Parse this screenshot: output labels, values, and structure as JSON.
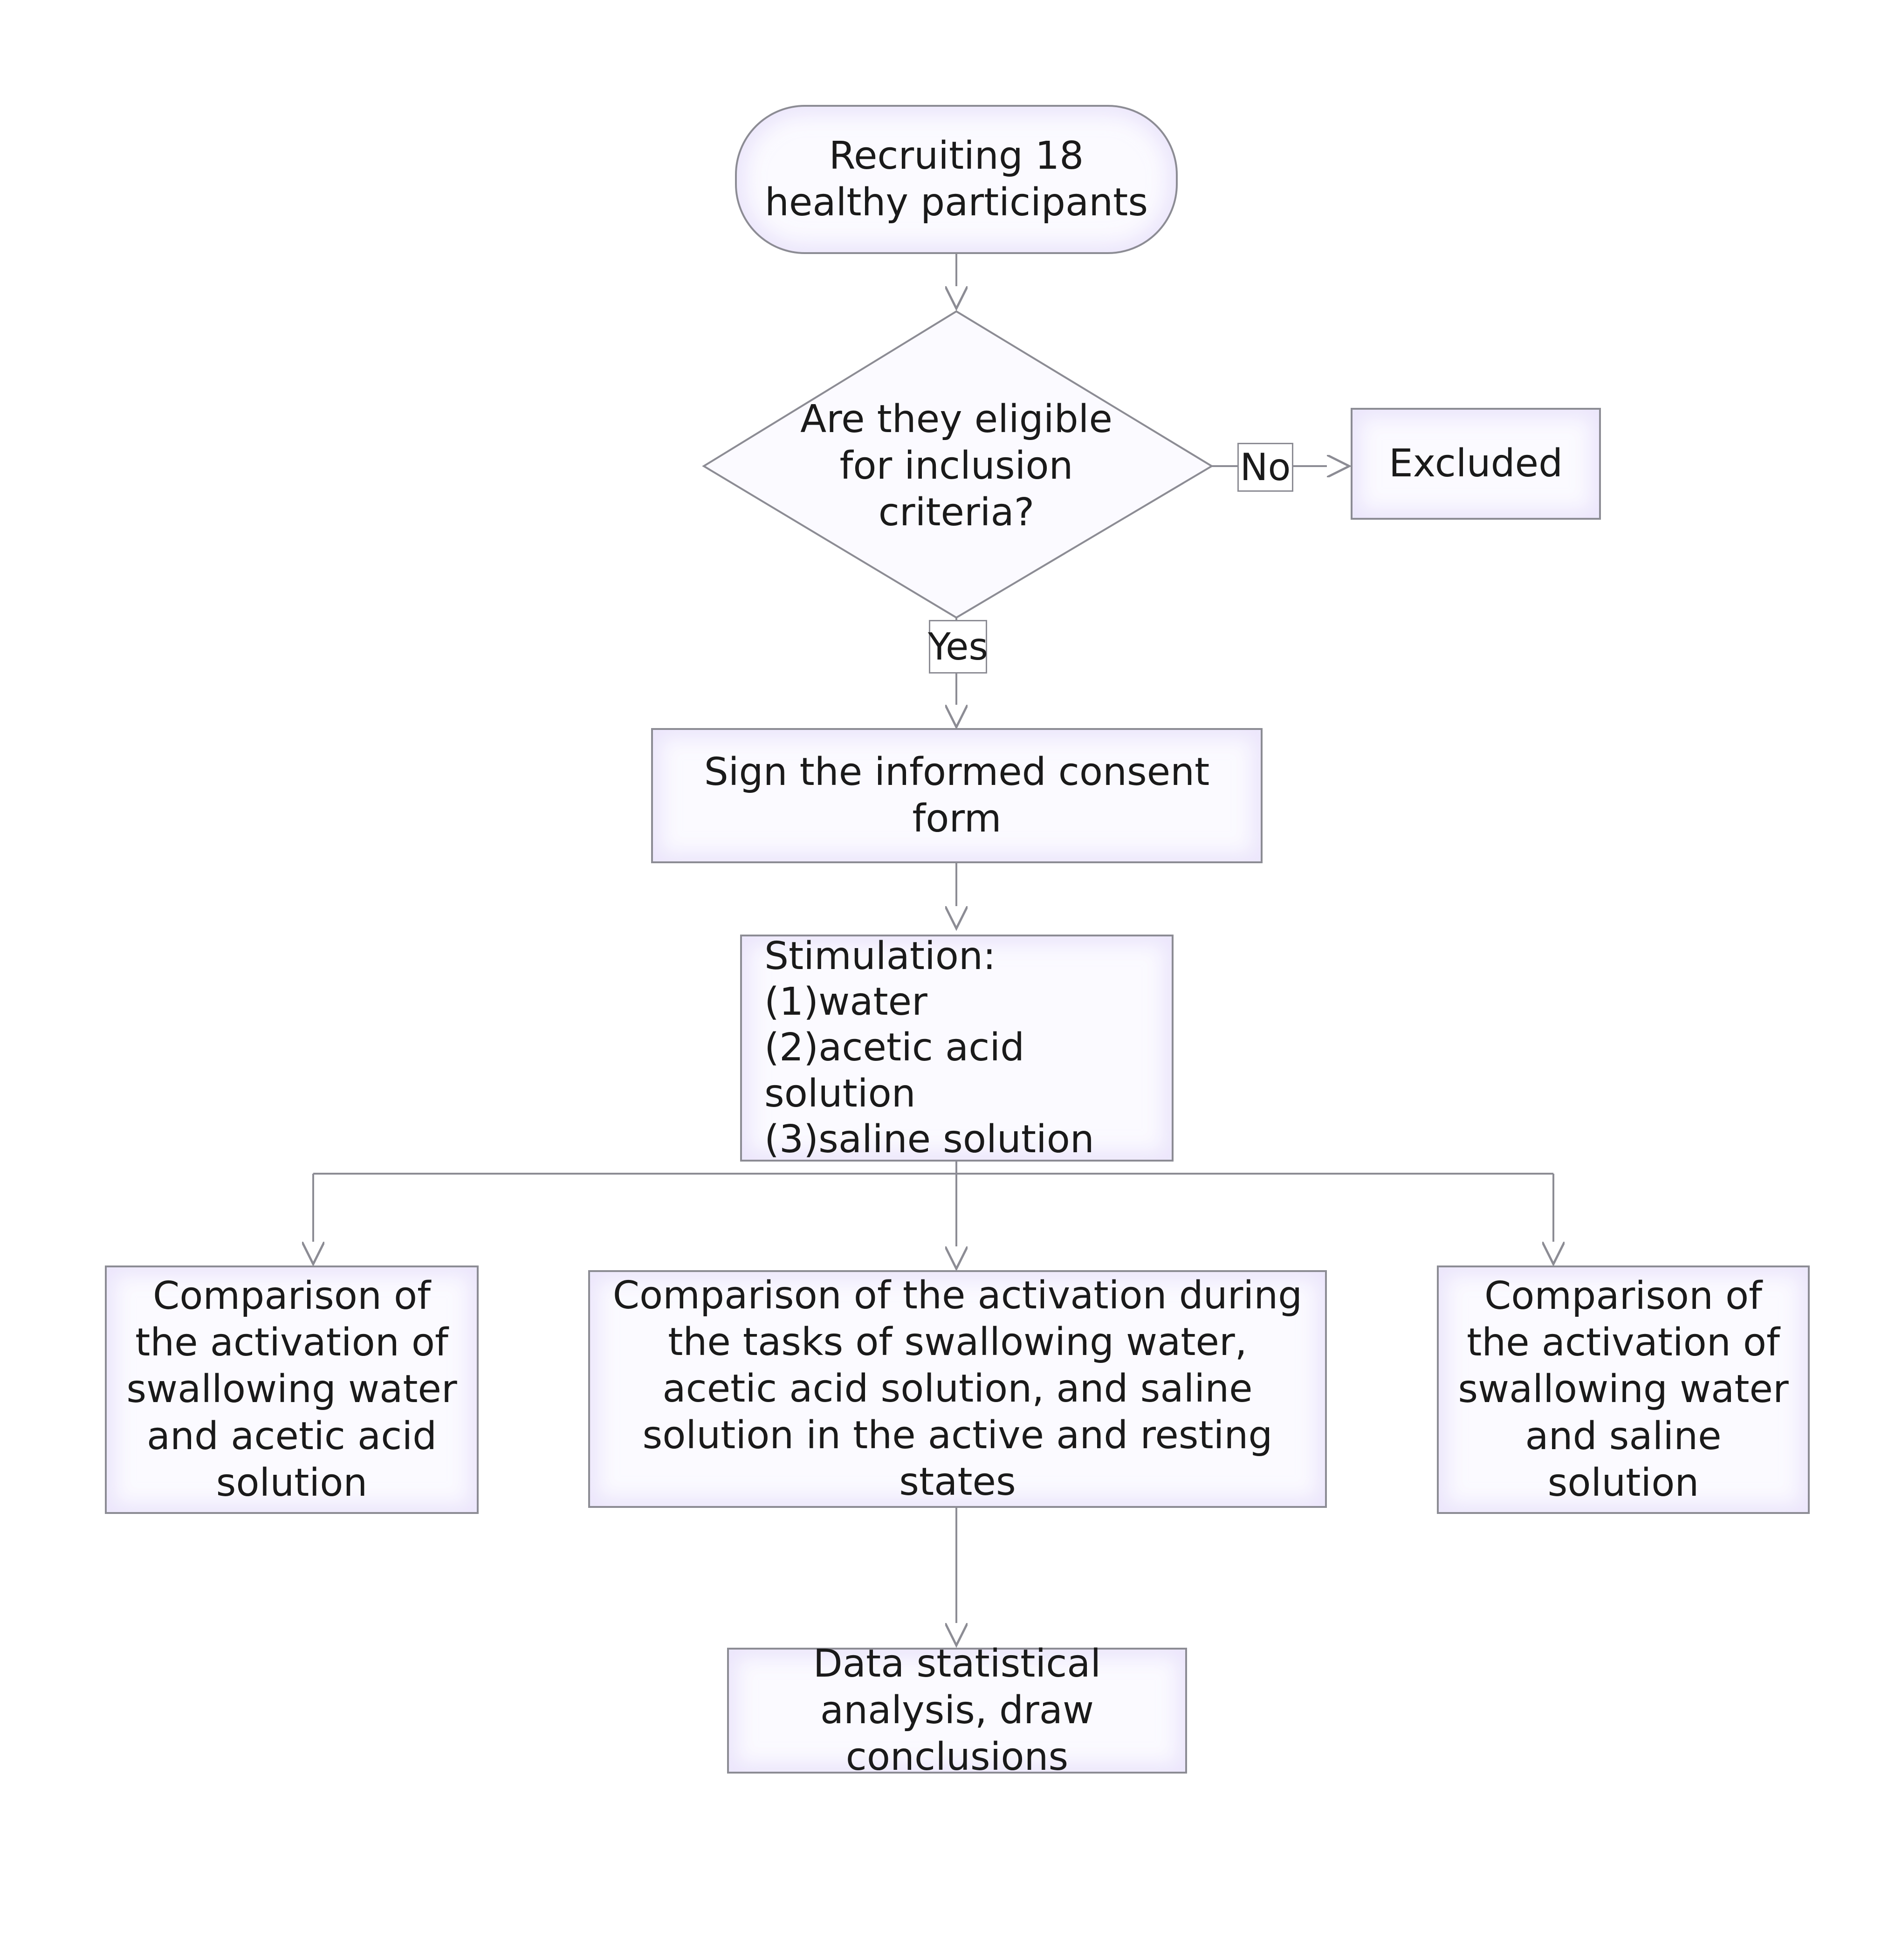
{
  "nodes": {
    "recruit": "Recruiting 18 healthy participants",
    "decision": "Are they eligible for inclusion criteria?",
    "excluded": "Excluded",
    "consent": "Sign the informed consent form",
    "stimulation": {
      "heading": "Stimulation:",
      "items": [
        "(1)water",
        "(2)acetic acid solution",
        "(3)saline solution"
      ]
    },
    "compare_left": "Comparison of the activation of swallowing water and acetic acid solution",
    "compare_center": "Comparison of the activation during the tasks of swallowing water, acetic acid solution, and saline solution in the active and resting states",
    "compare_right": "Comparison of the activation of swallowing water and saline solution",
    "analysis": "Data statistical analysis, draw conclusions"
  },
  "edge_labels": {
    "no": "No",
    "yes": "Yes"
  },
  "colors": {
    "stroke": "#8c8c94",
    "node_fill": "#fbfaff",
    "node_glow": "#ded6f8",
    "text": "#1a1a1a"
  }
}
